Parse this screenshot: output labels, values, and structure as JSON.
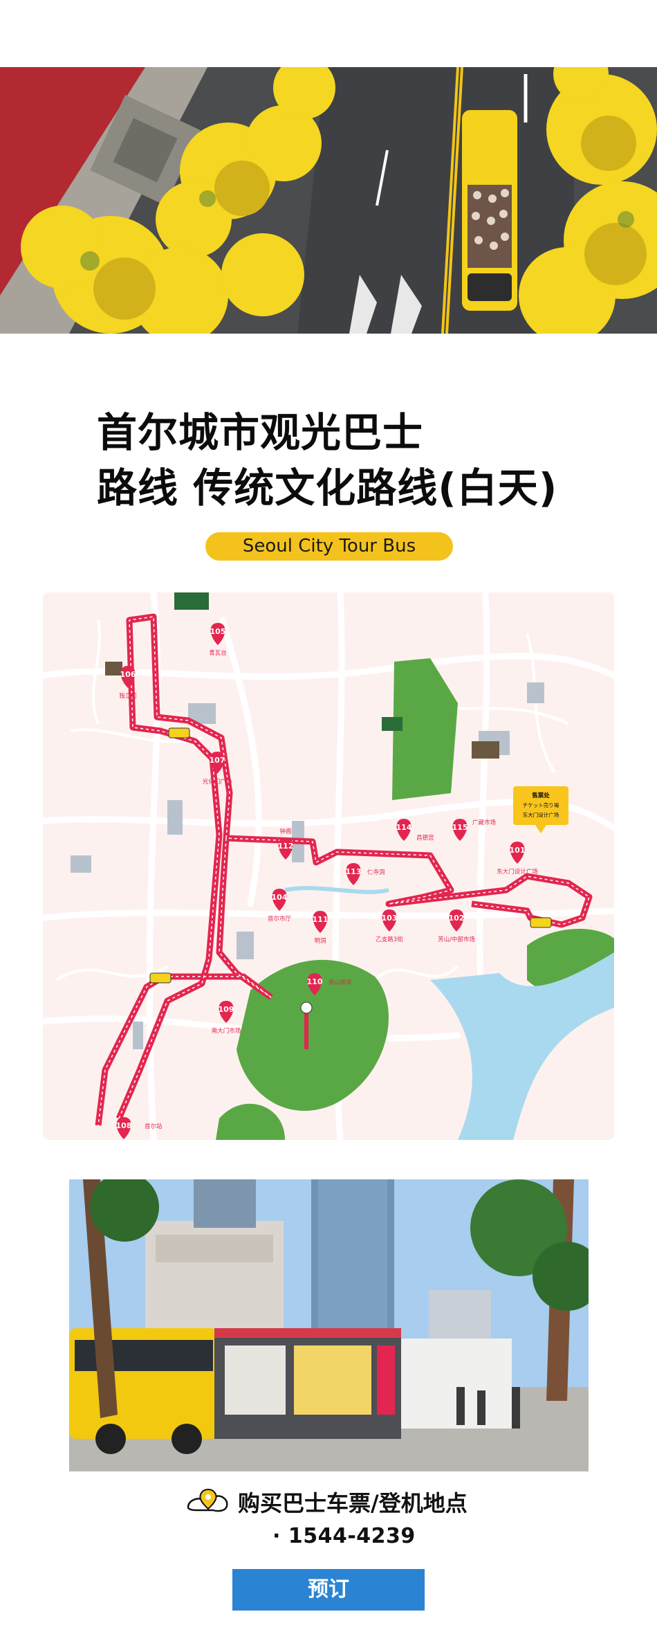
{
  "title": {
    "line1": "首尔城市观光巴士",
    "line2": "路线 传统文化路线(白天)"
  },
  "subtitle_badge": "Seoul City Tour Bus",
  "map": {
    "colors": {
      "route": "#e3264f",
      "park": "#5aa845",
      "river": "#a9d9ee",
      "ticket": "#f9c51d"
    },
    "stops": [
      {
        "num": "101",
        "label": "东大门设计广场"
      },
      {
        "num": "102",
        "label": "芳山/中部市场"
      },
      {
        "num": "103",
        "label": "乙支路3街"
      },
      {
        "num": "104",
        "label": "首尔市厅"
      },
      {
        "num": "105",
        "label": "青瓦台"
      },
      {
        "num": "106",
        "label": "独立门"
      },
      {
        "num": "107",
        "label": "光化门广场"
      },
      {
        "num": "108",
        "label": "首尔站"
      },
      {
        "num": "109",
        "label": "南大门市场"
      },
      {
        "num": "110",
        "label": "南山缆车"
      },
      {
        "num": "111",
        "label": "明洞"
      },
      {
        "num": "112",
        "label": "钟阁"
      },
      {
        "num": "113",
        "label": "仁寺洞"
      },
      {
        "num": "114",
        "label": "昌德宫"
      },
      {
        "num": "115",
        "label": "广藏市场"
      }
    ],
    "ticket": {
      "title": "售票处",
      "line1": "チケット売り場",
      "line2": "东大门设计广场"
    }
  },
  "info": {
    "icon": "ticket-pin-icon",
    "text": "购买巴士车票/登机地点",
    "phone": "· 1544-4239"
  },
  "book_button": "预订"
}
